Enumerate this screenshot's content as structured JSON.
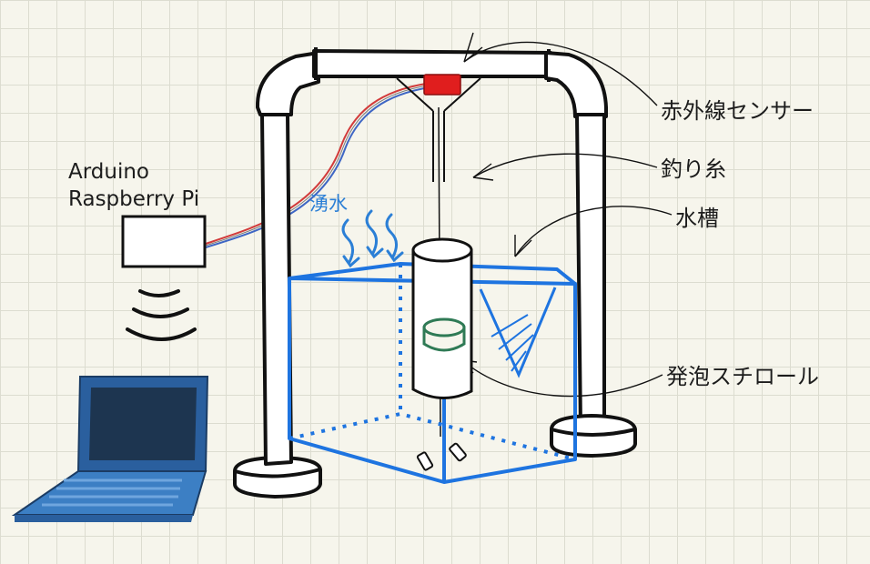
{
  "labels": {
    "controller_line1": "Arduino",
    "controller_line2": "Raspberry Pi",
    "spring_water": "湧水",
    "ir_sensor": "赤外線センサー",
    "fishing_line": "釣り糸",
    "water_tank": "水槽",
    "styrofoam": "発泡スチロール"
  },
  "colors": {
    "ink": "#111111",
    "tank_blue": "#1e74e0",
    "sensor_red": "#e01e1e",
    "float_green": "#2f7a55",
    "laptop_blue": "#2a5f9e"
  },
  "icons": [
    "laptop-icon",
    "signal-waves-icon",
    "controller-box-icon"
  ]
}
